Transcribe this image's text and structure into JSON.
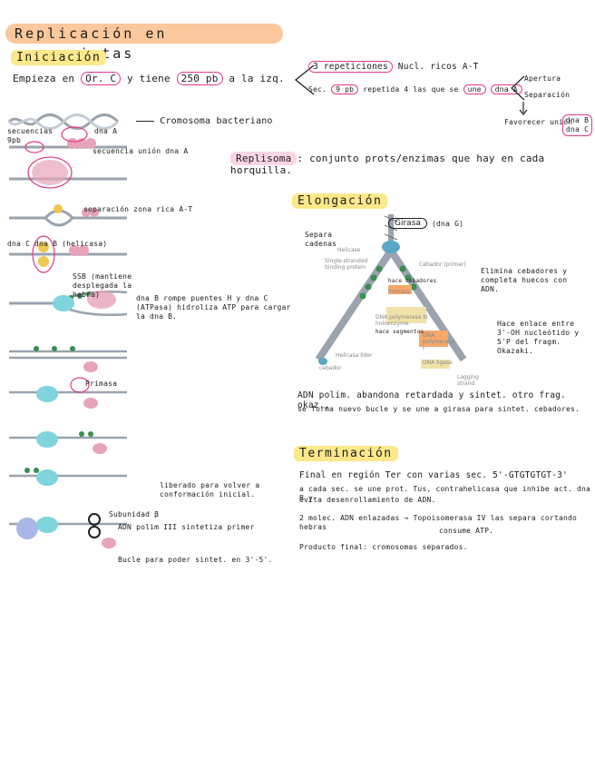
{
  "title": "Replicación en procariotas",
  "iniciacion": {
    "heading": "Iniciación",
    "line1_a": "Empieza en",
    "ori": "Or. C",
    "line1_b": "y tiene",
    "pb": "250 pb",
    "line1_c": "a la izq.",
    "rep1_a": "3 repeticiones",
    "rep1_b": "Nucl. ricos A-T",
    "rep2_a": "Sec.",
    "rep2_b": "9 pb",
    "rep2_c": "repetida 4 las que se",
    "rep2_d": "une",
    "rep2_e": "dna A",
    "branch1": "Apertura",
    "branch2": "Separación",
    "favorecer": "Favorecer unión",
    "dnaB": "dna B",
    "dnaC": "dna C"
  },
  "diagram_left": {
    "lbl_cromosoma": "Cromosoma bacteriano",
    "lbl_dnaA": "dna A",
    "lbl_secuencia": "secuencia unión dna A",
    "lbl_secuencias": "secuencias 9pb",
    "lbl_separacion": "separación zona rica A-T",
    "lbl_dnaC": "dna C",
    "lbl_dnaB_helicasa": "dna B (helicasa)",
    "lbl_ssb": "SSB (mantiene desplegada la hebra)",
    "lbl_dnaB_rompe": "dna B rompe puentes H y dna C (ATPasa) hidroliza ATP para cargar la dna B.",
    "lbl_primasa": "Primasa",
    "lbl_liberado": "liberado para volver a conformación inicial.",
    "lbl_subunidad": "Subunidad β",
    "lbl_adn_pol": "ADN polim III sintetiza primer",
    "lbl_bucle": "Bucle para poder sintet. en 3'-5'."
  },
  "replisoma": {
    "term": "Replisoma",
    "def": "conjunto prots/enzimas que hay en cada horquilla."
  },
  "elongacion": {
    "heading": "Elongación",
    "girasa": "Girasa",
    "girasa_gene": "(dna G)",
    "lbl_separa": "Separa cadenas",
    "lbl_helicase": "Helicase",
    "lbl_ssb": "Single-stranded binding protein",
    "lbl_primer": "Cebador (primer)",
    "lbl_primasa": "Primasa",
    "lbl_hace_cebadores": "hace cebadores",
    "lbl_pol3": "DNA polymerase III holoenzyme",
    "lbl_hace_segmentos": "hace segmentos",
    "lbl_pol1": "DNA polymerase I",
    "lbl_ligase": "DNA ligase",
    "lbl_lagging": "Lagging strand",
    "lbl_leading": "Helicasa líder",
    "lbl_cebador": "cebador",
    "lbl_elimina": "Elimina cebadores y completa huecos con ADN.",
    "lbl_enlace": "Hace enlace entre 3'-OH nucleótido y 5'P del fragm. Okazaki.",
    "note1": "ADN polim. abandona retardada y sintet. otro frag. okaz.,",
    "note2": "se forma nuevo bucle y se une a girasa para sintet. cebadores."
  },
  "terminacion": {
    "heading": "Terminación",
    "line1": "Final en región Ter con varias sec. 5'-GTGTGTGT-3'",
    "line2": "a cada sec. se une prot. Tus, contrahelicasa que inhibe act. dna B y",
    "line3": "evita desenrollamiento de ADN.",
    "line4_a": "2 molec. ADN enlazadas",
    "line4_b": "Topoisomerasa IV las separa cortando hebras",
    "line4_c": "consume ATP.",
    "line5": "Producto final: cromosomas separados."
  }
}
